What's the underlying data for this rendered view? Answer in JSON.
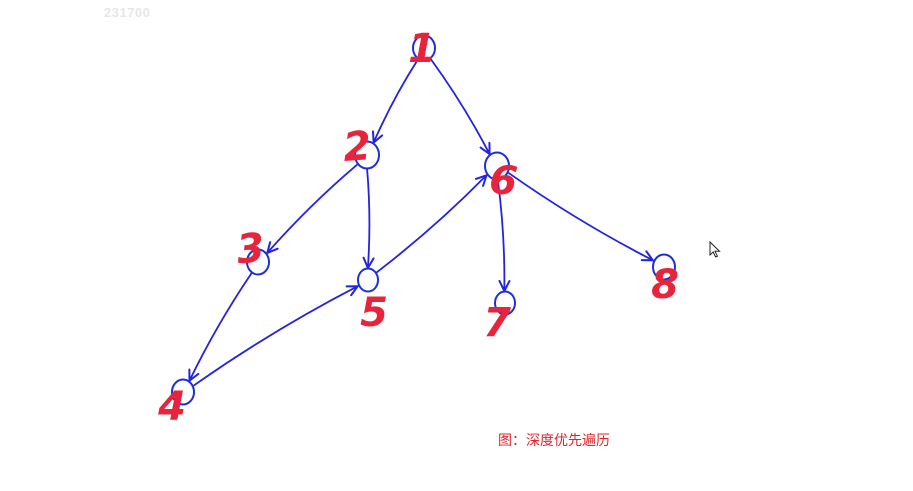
{
  "watermark": "231700",
  "caption": "图：深度优先遍历",
  "colors": {
    "edge": "#2323e0",
    "node_circle": "#1f2fd8",
    "node_label": "#e8243c",
    "caption": "#e0242c",
    "background": "#ffffff",
    "watermark": "#e6e6e6"
  },
  "nodes": [
    {
      "id": "n1",
      "label": "1"
    },
    {
      "id": "n2",
      "label": "2"
    },
    {
      "id": "n3",
      "label": "3"
    },
    {
      "id": "n4",
      "label": "4"
    },
    {
      "id": "n5",
      "label": "5"
    },
    {
      "id": "n6",
      "label": "6"
    },
    {
      "id": "n7",
      "label": "7"
    },
    {
      "id": "n8",
      "label": "8"
    }
  ],
  "edges": [
    {
      "from": "n1",
      "to": "n2"
    },
    {
      "from": "n1",
      "to": "n6"
    },
    {
      "from": "n2",
      "to": "n3"
    },
    {
      "from": "n2",
      "to": "n5"
    },
    {
      "from": "n3",
      "to": "n4"
    },
    {
      "from": "n4",
      "to": "n5"
    },
    {
      "from": "n5",
      "to": "n6"
    },
    {
      "from": "n6",
      "to": "n7"
    },
    {
      "from": "n6",
      "to": "n8"
    }
  ],
  "cursor_icon": "mouse-pointer-icon"
}
